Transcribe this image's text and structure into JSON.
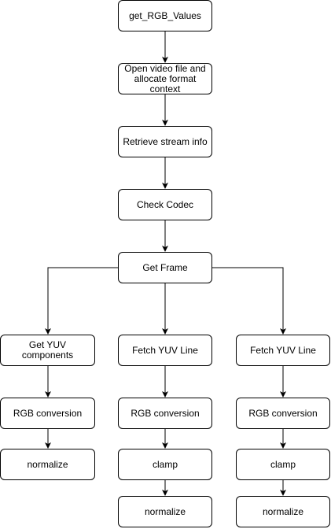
{
  "diagram": {
    "type": "flowchart",
    "colors": {
      "stroke": "#000000",
      "fill": "#ffffff",
      "text": "#000000"
    },
    "nodes": {
      "get_rgb_values": "get_RGB_Values",
      "open_video": "Open video file and allocate format context",
      "retrieve_stream": "Retrieve stream info",
      "check_codec": "Check Codec",
      "get_frame": "Get Frame",
      "left": {
        "get_yuv": "Get YUV components",
        "rgb_conversion": "RGB conversion",
        "normalize": "normalize"
      },
      "middle": {
        "fetch_yuv_line": "Fetch YUV Line",
        "rgb_conversion": "RGB conversion",
        "clamp": "clamp",
        "normalize": "normalize"
      },
      "right": {
        "fetch_yuv_line": "Fetch YUV Line",
        "rgb_conversion": "RGB conversion",
        "clamp": "clamp",
        "normalize": "normalize"
      }
    }
  }
}
